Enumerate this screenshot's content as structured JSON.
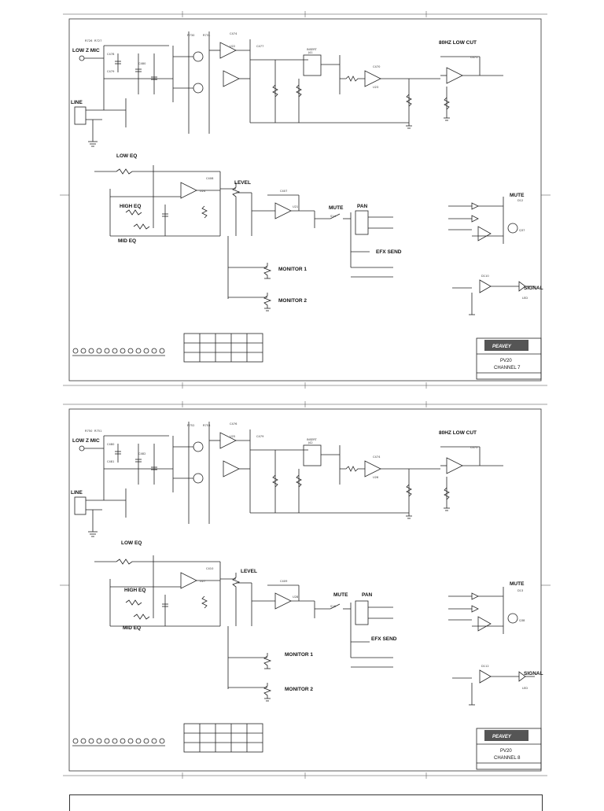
{
  "sheets": [
    {
      "title_block": {
        "logo_text": "PEAVEY",
        "model": "PV20",
        "channel": "CHANNEL 7"
      },
      "labels": {
        "low_z_mic": "LOW Z MIC",
        "line": "LINE",
        "low_cut": "80HZ LOW CUT",
        "low_eq": "LOW EQ",
        "high_eq": "HIGH EQ",
        "mid_eq": "MID EQ",
        "level": "LEVEL",
        "mute": "MUTE",
        "pan": "PAN",
        "efx_send": "EFX SEND",
        "monitor1": "MONITOR 1",
        "monitor2": "MONITOR 2",
        "mute_right": "MUTE",
        "signal": "SIGNAL"
      },
      "parts": {
        "r1": "R726",
        "r2": "R727",
        "c1": "C478",
        "c2": "C479",
        "c3": "C480",
        "r3": "R730",
        "r4": "R731",
        "c4": "C474",
        "u1": "U22",
        "c5": "C477",
        "j1": "J41",
        "ins": "INSERT",
        "c6": "C470",
        "u2": "U23",
        "c7": "C471",
        "c8": "C408",
        "u3": "U24",
        "c9": "C407",
        "u4": "U21",
        "s1": "S14",
        "d1": "D12",
        "q1": "Q37",
        "d2": "D110",
        "led": "LED"
      }
    },
    {
      "title_block": {
        "logo_text": "PEAVEY",
        "model": "PV20",
        "channel": "CHANNEL 8"
      },
      "labels": {
        "low_z_mic": "LOW Z MIC",
        "line": "LINE",
        "low_cut": "80HZ LOW CUT",
        "low_eq": "LOW EQ",
        "high_eq": "HIGH EQ",
        "mid_eq": "MID EQ",
        "level": "LEVEL",
        "mute": "MUTE",
        "pan": "PAN",
        "efx_send": "EFX SEND",
        "monitor1": "MONITOR 1",
        "monitor2": "MONITOR 2",
        "mute_right": "MUTE",
        "signal": "SIGNAL"
      },
      "parts": {
        "r1": "R750",
        "r2": "R751",
        "c1": "C480",
        "c2": "C481",
        "c3": "C482",
        "r3": "R752",
        "r4": "R753",
        "c4": "C476",
        "u1": "U25",
        "c5": "C479",
        "j1": "J42",
        "ins": "INSERT",
        "c6": "C474",
        "u2": "U26",
        "c7": "C475",
        "c8": "C410",
        "u3": "U27",
        "c9": "C409",
        "u4": "U28",
        "s1": "S16",
        "d1": "D13",
        "q1": "Q38",
        "d2": "D112",
        "led": "LED"
      }
    }
  ]
}
